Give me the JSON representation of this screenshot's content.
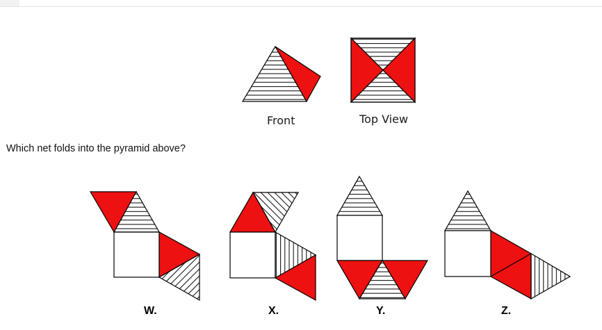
{
  "colors": {
    "face_red": "#ee1111",
    "stroke": "#000000",
    "hatch": "#000000"
  },
  "figures": {
    "front_label": "Front",
    "top_label": "Top View"
  },
  "question": "Which net folds into the pyramid above?",
  "options": [
    {
      "label": "W."
    },
    {
      "label": "X."
    },
    {
      "label": "Y."
    },
    {
      "label": "Z."
    }
  ]
}
